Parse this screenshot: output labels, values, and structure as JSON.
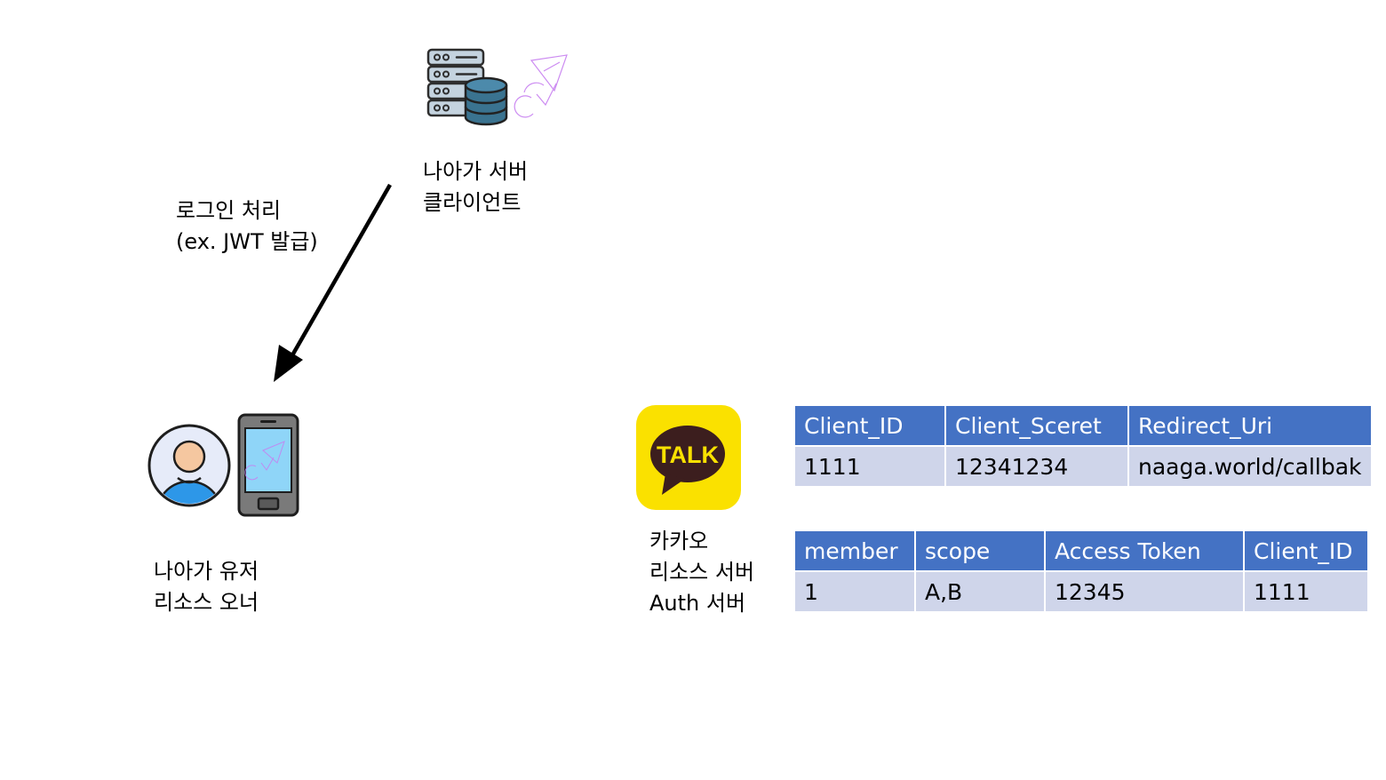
{
  "server": {
    "lines": [
      "나아가 서버",
      "클라이언트"
    ]
  },
  "arrow_label": {
    "lines": [
      "로그인 처리",
      "(ex. JWT 발급)"
    ]
  },
  "user": {
    "lines": [
      "나아가 유저",
      "리소스 오너"
    ]
  },
  "kakao": {
    "icon_text": "TALK",
    "lines": [
      "카카오",
      "리소스 서버",
      "Auth 서버"
    ]
  },
  "client_table": {
    "headers": [
      "Client_ID",
      "Client_Sceret",
      "Redirect_Uri"
    ],
    "rows": [
      [
        "1111",
        "12341234",
        "naaga.world/callbak"
      ]
    ]
  },
  "token_table": {
    "headers": [
      "member",
      "scope",
      "Access Token",
      "Client_ID"
    ],
    "rows": [
      [
        "1",
        "A,B",
        "12345",
        "1111"
      ]
    ]
  },
  "colors": {
    "table_header": "#4472c4",
    "table_row": "#cfd5ea",
    "kakao_yellow": "#fae100",
    "kakao_brown": "#3c1e1e"
  }
}
